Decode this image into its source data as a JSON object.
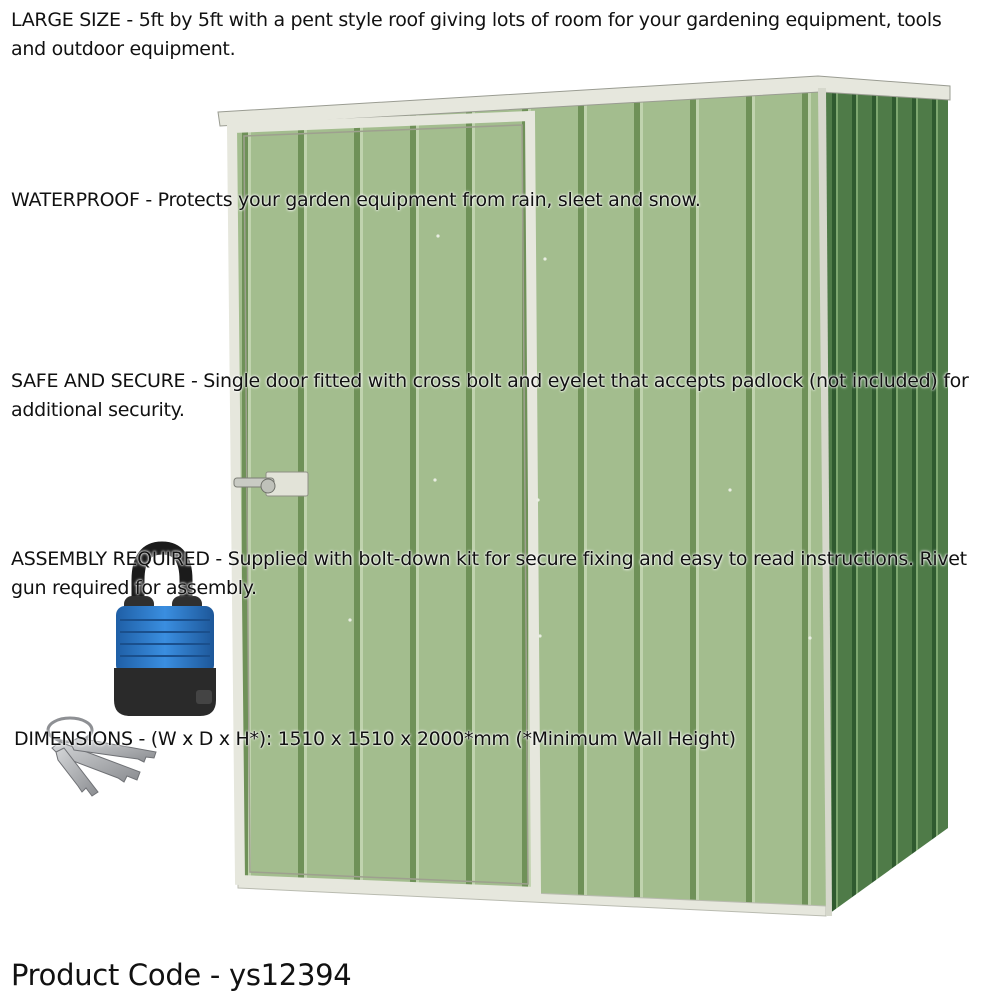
{
  "features": [
    {
      "text": "LARGE SIZE - 5ft by 5ft with a pent style roof giving lots of room for your gardening equipment, tools and outdoor equipment."
    },
    {
      "text": "WATERPROOF - Protects your garden equipment from rain, sleet and snow."
    },
    {
      "text": "SAFE AND SECURE - Single door fitted with cross bolt and eyelet that accepts padlock (not included) for additional security."
    },
    {
      "text": "ASSEMBLY REQUIRED - Supplied with bolt-down kit for secure fixing and easy to read instructions. Rivet gun required for assembly."
    },
    {
      "text": "DIMENSIONS - (W x D x H*): 1510 x 1510 x 2000*mm (*Minimum Wall Height)"
    }
  ],
  "product_code": "Product Code - ys12394",
  "colors": {
    "shed_front": "#a3bd8e",
    "shed_side": "#4f7b48",
    "rib": "#6f9158",
    "trim": "#e6e7dd",
    "padlock_body": "#2b7fd0",
    "padlock_base": "#2a2a2a",
    "keys": "#a8aaad"
  },
  "icons": [
    "shed-image",
    "padlock-icon",
    "keys-icon"
  ]
}
